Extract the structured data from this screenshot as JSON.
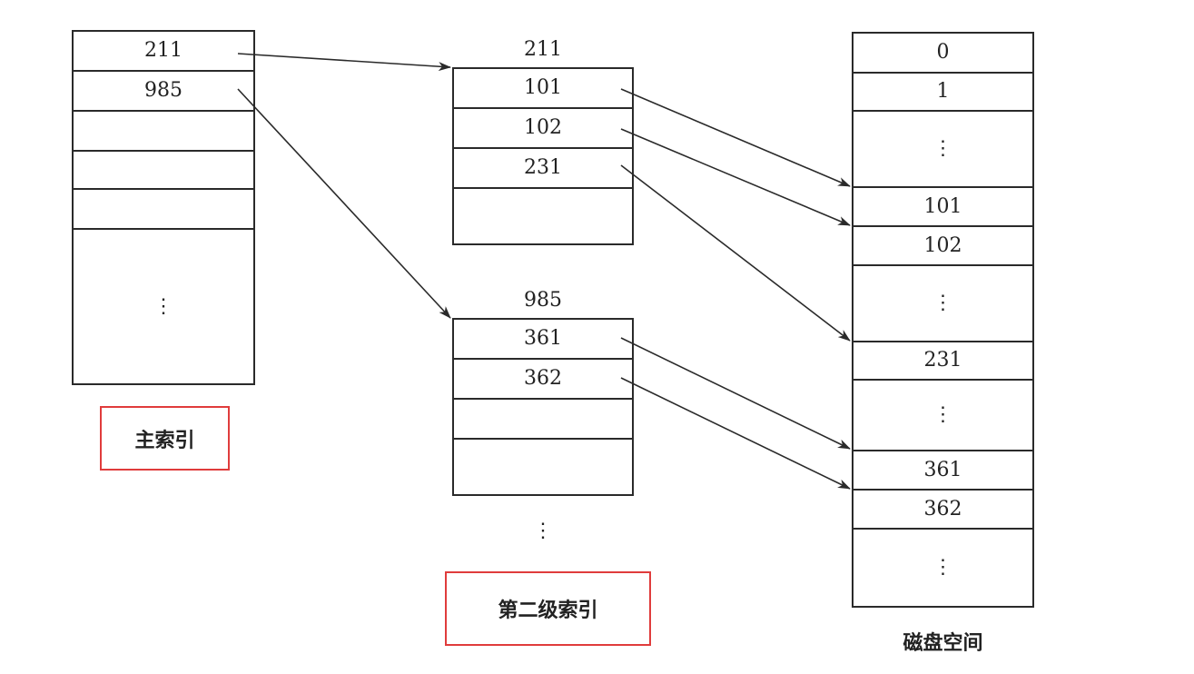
{
  "main_index": {
    "cells": [
      "211",
      "985",
      "",
      "",
      "",
      "⋮"
    ],
    "caption": "主索引"
  },
  "second_index_211": {
    "header": "211",
    "cells": [
      "101",
      "102",
      "231",
      ""
    ]
  },
  "second_index_985": {
    "header": "985",
    "cells": [
      "361",
      "362",
      "",
      ""
    ]
  },
  "second_index_more": "⋮",
  "second_index_caption": "第二级索引",
  "disk": {
    "cells": [
      "0",
      "1",
      "⋮",
      "101",
      "102",
      "⋮",
      "231",
      "⋮",
      "361",
      "362",
      "⋮"
    ],
    "caption": "磁盘空间"
  },
  "colors": {
    "line": "#2a2a2a",
    "highlight_box": "#e03c3c"
  }
}
